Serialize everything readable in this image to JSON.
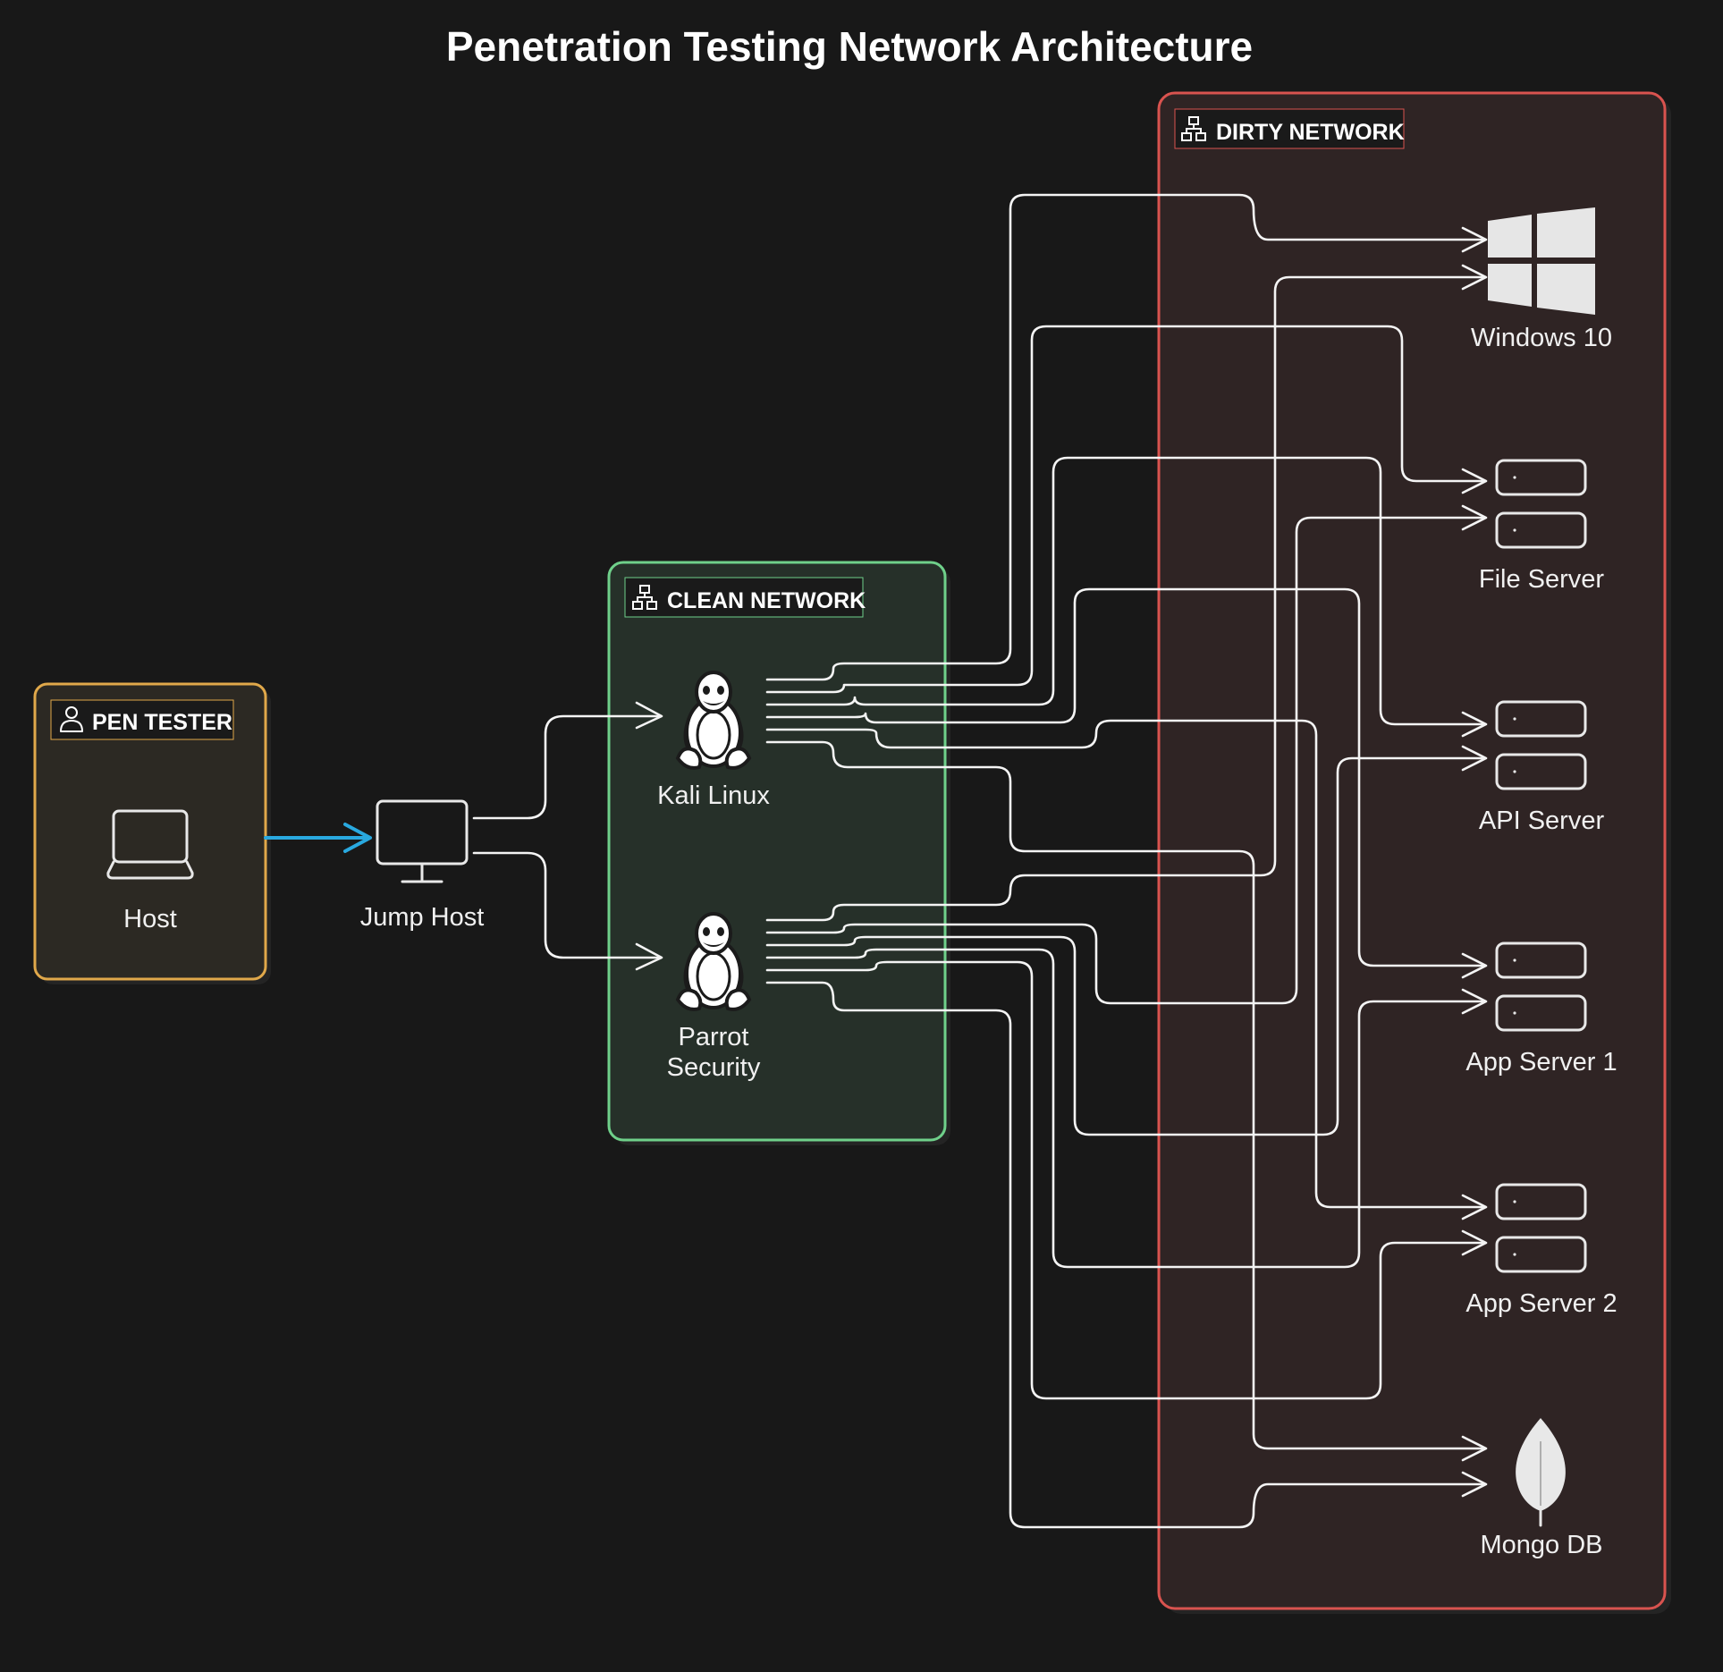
{
  "title": "Penetration Testing Network Architecture",
  "colors": {
    "background": "#181818",
    "pen_tester_border": "#e0a84a",
    "clean_network_border": "#6fd08a",
    "dirty_network_border": "#d9534f",
    "primary_link": "#29a9e0",
    "connection": "#f4f4f4"
  },
  "groups": {
    "pen_tester": {
      "label": "PEN TESTER",
      "icon": "user-icon"
    },
    "clean_network": {
      "label": "CLEAN NETWORK",
      "icon": "network-icon"
    },
    "dirty_network": {
      "label": "DIRTY NETWORK",
      "icon": "network-icon"
    }
  },
  "nodes": {
    "host": {
      "label": "Host",
      "icon": "laptop-icon"
    },
    "jump_host": {
      "label": "Jump Host",
      "icon": "monitor-icon"
    },
    "kali": {
      "label": "Kali Linux",
      "icon": "tux-icon"
    },
    "parrot": {
      "label_line1": "Parrot",
      "label_line2": "Security",
      "icon": "tux-icon"
    },
    "windows": {
      "label": "Windows 10",
      "icon": "windows-icon"
    },
    "file_server": {
      "label": "File Server",
      "icon": "server-icon"
    },
    "api_server": {
      "label": "API Server",
      "icon": "server-icon"
    },
    "app_server_1": {
      "label": "App Server 1",
      "icon": "server-icon"
    },
    "app_server_2": {
      "label": "App Server 2",
      "icon": "server-icon"
    },
    "mongo": {
      "label": "Mongo DB",
      "icon": "mongodb-leaf-icon"
    }
  },
  "edges": [
    {
      "from": "host",
      "to": "jump_host"
    },
    {
      "from": "jump_host",
      "to": "kali"
    },
    {
      "from": "jump_host",
      "to": "parrot"
    },
    {
      "from": "kali",
      "to": "windows"
    },
    {
      "from": "kali",
      "to": "file_server"
    },
    {
      "from": "kali",
      "to": "api_server"
    },
    {
      "from": "kali",
      "to": "app_server_1"
    },
    {
      "from": "kali",
      "to": "app_server_2"
    },
    {
      "from": "kali",
      "to": "mongo"
    },
    {
      "from": "parrot",
      "to": "windows"
    },
    {
      "from": "parrot",
      "to": "file_server"
    },
    {
      "from": "parrot",
      "to": "api_server"
    },
    {
      "from": "parrot",
      "to": "app_server_1"
    },
    {
      "from": "parrot",
      "to": "app_server_2"
    },
    {
      "from": "parrot",
      "to": "mongo"
    }
  ]
}
